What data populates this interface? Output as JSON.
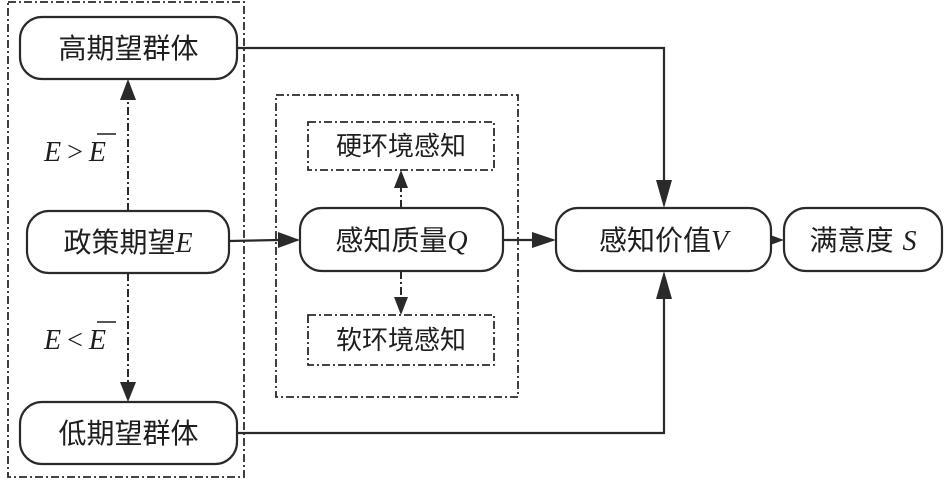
{
  "diagram": {
    "title": "",
    "groups": {
      "expectation_group": {
        "label": ""
      },
      "perceived_quality_group": {
        "label": ""
      }
    },
    "nodes": {
      "high_expectation": {
        "label": "高期望群体"
      },
      "policy_expectation": {
        "label": "政策期望",
        "var": "E"
      },
      "low_expectation": {
        "label": "低期望群体"
      },
      "hard_env": {
        "label": "硬环境感知"
      },
      "perceived_quality": {
        "label": "感知质量",
        "var": "Q"
      },
      "soft_env": {
        "label": "软环境感知"
      },
      "perceived_value": {
        "label": "感知价值",
        "var": "V"
      },
      "satisfaction": {
        "label": "满意度",
        "var": "S"
      }
    },
    "conditions": {
      "high": {
        "lhs": "E",
        "op": ">",
        "rhs": "E",
        "rhs_overline": true
      },
      "low": {
        "lhs": "E",
        "op": "<",
        "rhs": "E",
        "rhs_overline": true
      }
    },
    "edges": [
      {
        "from": "policy_expectation",
        "to": "high_expectation",
        "style": "dash-dot",
        "condition": "high"
      },
      {
        "from": "policy_expectation",
        "to": "low_expectation",
        "style": "dash-dot",
        "condition": "low"
      },
      {
        "from": "policy_expectation",
        "to": "perceived_quality",
        "style": "solid"
      },
      {
        "from": "perceived_quality",
        "to": "hard_env",
        "style": "dash-dot"
      },
      {
        "from": "perceived_quality",
        "to": "soft_env",
        "style": "dash-dot"
      },
      {
        "from": "perceived_quality",
        "to": "perceived_value",
        "style": "solid"
      },
      {
        "from": "high_expectation",
        "to": "perceived_value",
        "style": "solid"
      },
      {
        "from": "low_expectation",
        "to": "perceived_value",
        "style": "solid"
      },
      {
        "from": "perceived_value",
        "to": "satisfaction",
        "style": "solid"
      }
    ]
  }
}
